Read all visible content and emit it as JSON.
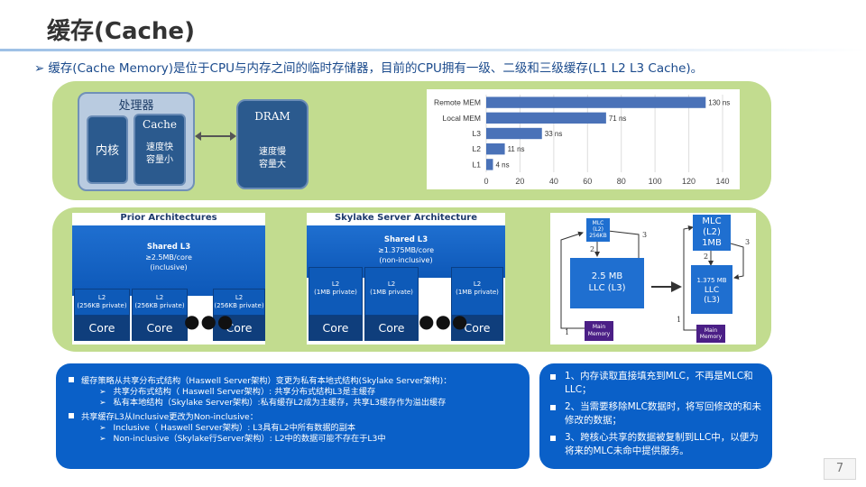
{
  "slide": {
    "title": "缓存(Cache)",
    "intro": "缓存(Cache Memory)是位于CPU与内存之间的临时存储器，目前的CPU拥有一级、二级和三级缓存(L1 L2 L3 Cache)。",
    "page_number": "7"
  },
  "schematic": {
    "cpu_label": "处理器",
    "core_label": "内核",
    "cache_title": "Cache",
    "cache_line1": "速度快",
    "cache_line2": "容量小",
    "dram_title": "DRAM",
    "dram_line1": "速度慢",
    "dram_line2": "容量大"
  },
  "chart_data": {
    "type": "bar",
    "orientation": "horizontal",
    "categories": [
      "Remote MEM",
      "Local MEM",
      "L3",
      "L2",
      "L1"
    ],
    "values": [
      130,
      71,
      33,
      11,
      4
    ],
    "data_labels": [
      "130 ns",
      "71 ns",
      "33 ns",
      "11 ns",
      "4 ns"
    ],
    "xlim": [
      0,
      140
    ],
    "xticks": [
      0,
      20,
      40,
      60,
      80,
      100,
      120,
      140
    ],
    "bar_color": "#4a72b8",
    "grid": true
  },
  "prior": {
    "title": "Prior Architectures",
    "l3_title": "Shared L3",
    "l3_line1": "≥2.5MB/core",
    "l3_line2": "(inclusive)",
    "l2_line1": "L2",
    "l2_line2": "(256KB private)",
    "core_label": "Core",
    "dots": "●●●"
  },
  "skylake": {
    "title": "Skylake Server Architecture",
    "l3_title": "Shared L3",
    "l3_line1": "≥1.375MB/core",
    "l3_line2": "(non-inclusive)",
    "l2_line1": "L2",
    "l2_line2": "(1MB private)",
    "core_label": "Core",
    "dots": "●●●"
  },
  "mlc": {
    "left_mlc_line1": "MLC",
    "left_mlc_line2": "(L2)",
    "left_mlc_line3": "256KB",
    "left_llc_line1": "2.5 MB",
    "left_llc_line2": "LLC (L3)",
    "left_mem_line1": "Main",
    "left_mem_line2": "Memory",
    "right_mlc_line1": "MLC",
    "right_mlc_line2": "(L2)",
    "right_mlc_line3": "1MB",
    "right_llc_line1": "1.375 MB",
    "right_llc_line2": "LLC",
    "right_llc_line3": "(L3)",
    "right_mem_line1": "Main",
    "right_mem_line2": "Memory",
    "n1": "1",
    "n2": "2",
    "n3": "3",
    "n1r": "1",
    "n2r": "2",
    "n3r": "3"
  },
  "bottom_left": {
    "b1": "缓存策略从共享分布式结构（Haswell Server架构）变更为私有本地式结构(Skylake Server架构)：",
    "b1_s1": "共享分布式结构（ Haswell Server架构）: 共享分布式结构L3是主缓存",
    "b1_s2": "私有本地结构（Skylake Server架构）:私有缓存L2成为主缓存，共享L3缓存作为溢出缓存",
    "b2": "共享缓存L3从Inclusive更改为Non-inclusive：",
    "b2_s1": "Inclusive（ Haswell Server架构）: L3具有L2中所有数据的副本",
    "b2_s2": "Non-inclusive（Skylake行Server架构）: L2中的数据可能不存在于L3中",
    "chevron": "➢"
  },
  "bottom_right": {
    "p1": "1、内存读取直接填充到MLC，不再是MLC和LLC；",
    "p2": "2、当需要移除MLC数据时，将写回修改的和未修改的数据；",
    "p3": "3、跨核心共享的数据被复制到LLC中，以便为将来的MLC未命中提供服务。"
  }
}
